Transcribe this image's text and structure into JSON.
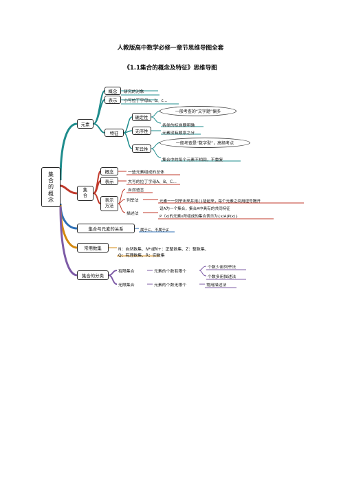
{
  "header": {
    "title": "人教版高中数学必修一章节思维导图全套",
    "subtitle": "《1.1集合的概念及特征》思维导图"
  },
  "root": "集合的概念",
  "element": {
    "label": "元素",
    "concept": {
      "label": "概念",
      "leaf": "研究的对象"
    },
    "notation": {
      "label": "表示",
      "leaf": "小写拉丁字母a、b、c..."
    },
    "feature": {
      "label": "特征",
      "definite": {
        "label": "确定性",
        "note": "一般考查的“文字题”偏多",
        "leaf": "各类的标准要明确"
      },
      "unordered": {
        "label": "无序性",
        "leaf": "元素没有顺序之分"
      },
      "distinct": {
        "label": "互异性",
        "note": "一般考查是“数字型”，高频考点",
        "leaf": "集合中的每个元素不相同，不重复"
      }
    }
  },
  "set": {
    "label": "集合",
    "concept": {
      "label": "概念",
      "leaf": "一些元素组成的总体"
    },
    "notation": {
      "label": "表示",
      "leaf": "大写的拉丁字母A、B、C..."
    },
    "methods": {
      "label": "表示方法",
      "natural": "自然语言",
      "enum": {
        "label": "列举法",
        "leaf": "元素一一列举出来并用{}括起来，每个元素之间用逗号隔开"
      },
      "desc": {
        "label": "描述法",
        "leaf1": "设A为一个集合，集合A中具有的共同特征",
        "leaf2": "P（x)的元素x所组成的集合表示为{x/A|P(x)}"
      }
    }
  },
  "relation": {
    "label": "集合与元素的关系",
    "leaf": "属于∈、不属于∉"
  },
  "common": {
    "label": "常用数集",
    "line1a": "N：自然数集、",
    "line1b": "N*或N+",
    "line1c": "：正整数集、Z：整数集、",
    "line2": "Q：有理数集、R：实数集"
  },
  "classify": {
    "label": "集合的分类",
    "finite": {
      "label": "有限集合",
      "mid": "元素的个数有限个",
      "leaf1": "个数少用列举法",
      "leaf2": "个数多用描述法"
    },
    "infinite": {
      "label": "无限集合",
      "mid": "元素的个数无限个",
      "leaf": "常用描述法"
    }
  },
  "colors": {
    "teal": "#1e8c8c",
    "red": "#c0392b",
    "blue": "#2c6fb5",
    "orange": "#d4890f",
    "purple": "#7d5ba6"
  }
}
